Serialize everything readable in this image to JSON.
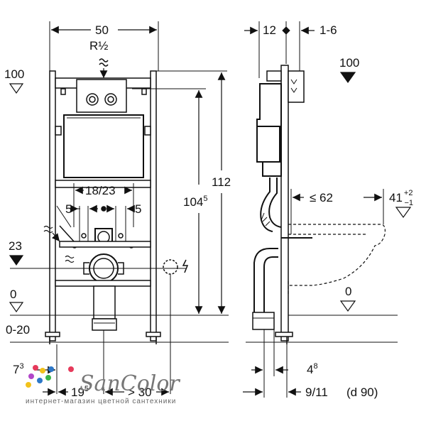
{
  "front": {
    "width": "50",
    "pipe_thread_main": "R",
    "pipe_thread_sub": "½",
    "level_top": "100",
    "level_23": "23",
    "level_0": "0",
    "level_range": "0-20",
    "dim_center": "18/23",
    "dim_left_5": "5",
    "dim_right_5": "5",
    "height_total": "112",
    "height_frame_main": "104",
    "height_frame_sup": "5",
    "bottom_left_main": "7",
    "bottom_left_sup": "3",
    "bottom_mid_main": "19",
    "bottom_mid_sup": "5",
    "bottom_right": "> 30"
  },
  "side": {
    "dim_top_left": "12",
    "dim_top_right": "1-6",
    "level_top": "100",
    "depth_max": "≤ 62",
    "height_pan_main": "41",
    "height_pan_plus": "+2",
    "height_pan_minus": "−1",
    "level_0": "0",
    "dim_bottom_main": "4",
    "dim_bottom_sup": "8",
    "dim_bottom_range": "9/11",
    "dim_bottom_pipe": "(d 90)"
  },
  "watermark": {
    "brand": "SanColor",
    "tagline": "интернет-магазин цветной сантехники"
  },
  "colors": {
    "line": "#111111",
    "frame_fill": "#ffffff",
    "brand_gray": "#777777",
    "dot_red": "#e63a5b",
    "dot_yellow": "#f2c21b",
    "dot_blue": "#2d78c8",
    "dot_green": "#3bb54a",
    "dot_purple": "#b246c9"
  }
}
